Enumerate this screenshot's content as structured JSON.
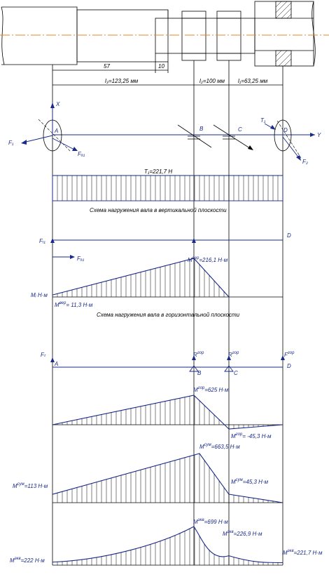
{
  "dimensions": {
    "d57": "57",
    "d10": "10",
    "l3": "l₃=123,25 мм",
    "l2": "l₂=100  мм",
    "l1": "l₁=63,25 мм"
  },
  "points": {
    "A": "A",
    "B": "B",
    "C": "C",
    "D": "D"
  },
  "axes": {
    "x": "X",
    "y": "Y"
  },
  "forces": {
    "T1_top": "T₁",
    "F1": "F₁",
    "Fa1": "Fₐ₁",
    "F2": "F₂",
    "Fr1": "Fᵣ₁",
    "Fa1_b": "Fₐ₁",
    "Ft": "Fₜ",
    "RB": "R",
    "RB_sup": "гор",
    "RC": "R",
    "RC_sup": "гор",
    "FD": "F",
    "FD_sup": "гор"
  },
  "torque": {
    "label": "T₁=221,7  Н"
  },
  "captions": {
    "vertical": "Схема нагружения вала в вертикальной плоскости",
    "horizontal": "Схема нагружения вала в горизонтальной плоскости"
  },
  "epure_vertical": {
    "axis_label": "Mᵢ  Н·м",
    "peak_label": "M",
    "peak_sup": "вер",
    "peak_value": "=216,1  Н·м",
    "start_label": "M",
    "start_sup": "вер",
    "start_value": "= 11,3  Н·м",
    "values": {
      "A": 11.3,
      "B": 216.1,
      "C": 0
    }
  },
  "epure_horizontal": {
    "peak_label": "M",
    "peak_sup": "гор",
    "peak_value": "=625  Н·м",
    "c_label": "M",
    "c_sup": "гор",
    "c_value": "= -45,3  Н·м",
    "values": {
      "A": 0,
      "B": 625,
      "C": -45.3,
      "D": 0
    }
  },
  "epure_sum": {
    "peak_label": "M",
    "peak_sup": "сум",
    "peak_value": "=663,5  Н·м",
    "c_label": "M",
    "c_sup": "сум",
    "c_value": "=45,3  Н·м",
    "a_label": "M",
    "a_sup": "сум",
    "a_value": "=113  Н·м",
    "values": {
      "A": 113,
      "B": 663.5,
      "C": 45.3,
      "D": 0
    }
  },
  "epure_equiv": {
    "peak_label": "M",
    "peak_sup": "экв",
    "peak_value": "=699  Н·м",
    "c_label": "M",
    "c_sup": "экв",
    "c_value": "=226,9  Н·м",
    "a_label": "M",
    "a_sup": "экв",
    "a_value": "=222  Н·м",
    "d_label": "M",
    "d_sup": "экв",
    "d_value": "=221,7  Н·м",
    "values": {
      "A": 222,
      "B": 699,
      "C": 226.9,
      "D": 221.7
    }
  }
}
